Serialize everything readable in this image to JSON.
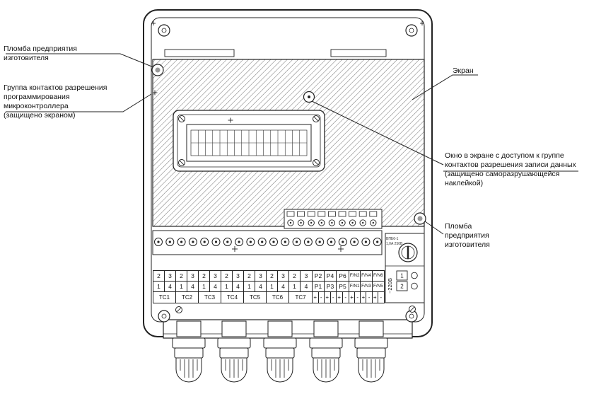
{
  "annotations": {
    "seal_top_left": "Пломба предприятия изготовителя",
    "programming_contacts": "Группа контактов разрешения\nпрограммирования\nмикроконтроллера\n(защищено экраном)",
    "screen": "Экран",
    "data_write_window": "Окно в экране с доступом к группе\nконтактов разрешения записи данных\n(защищено саморазрушающейся\nнаклейкой)",
    "seal_right": "Пломба\nпредприятия\nизготовителя"
  },
  "terminal_board": {
    "tc": {
      "top": [
        "2",
        "3",
        "2",
        "3",
        "2",
        "3",
        "2",
        "3",
        "2",
        "3",
        "2",
        "3",
        "2",
        "3"
      ],
      "bottom": [
        "1",
        "4",
        "1",
        "4",
        "1",
        "4",
        "1",
        "4",
        "1",
        "4",
        "1",
        "4",
        "1",
        "4"
      ],
      "labels": [
        "TC1",
        "TC2",
        "TC3",
        "TC4",
        "TC5",
        "TC6",
        "TC7"
      ]
    },
    "p": {
      "top": [
        "P2",
        "P4",
        "P6"
      ],
      "bottom": [
        "P1",
        "P3",
        "P5"
      ],
      "labels": [
        "+",
        "-",
        "+",
        "-",
        "+",
        "-"
      ]
    },
    "fn": {
      "top": [
        "F/N2",
        "F/N4",
        "F/N6"
      ],
      "bottom": [
        "F/N1",
        "F/N3",
        "F/N5"
      ],
      "labels": [
        "+",
        "-",
        "+",
        "-",
        "+",
        "-"
      ]
    }
  },
  "power": {
    "fuse_line1": "ВПБ6-1",
    "fuse_line2": "1,0А 250В",
    "voltage": "~220В",
    "terminal_1": "1",
    "terminal_2": "2"
  }
}
